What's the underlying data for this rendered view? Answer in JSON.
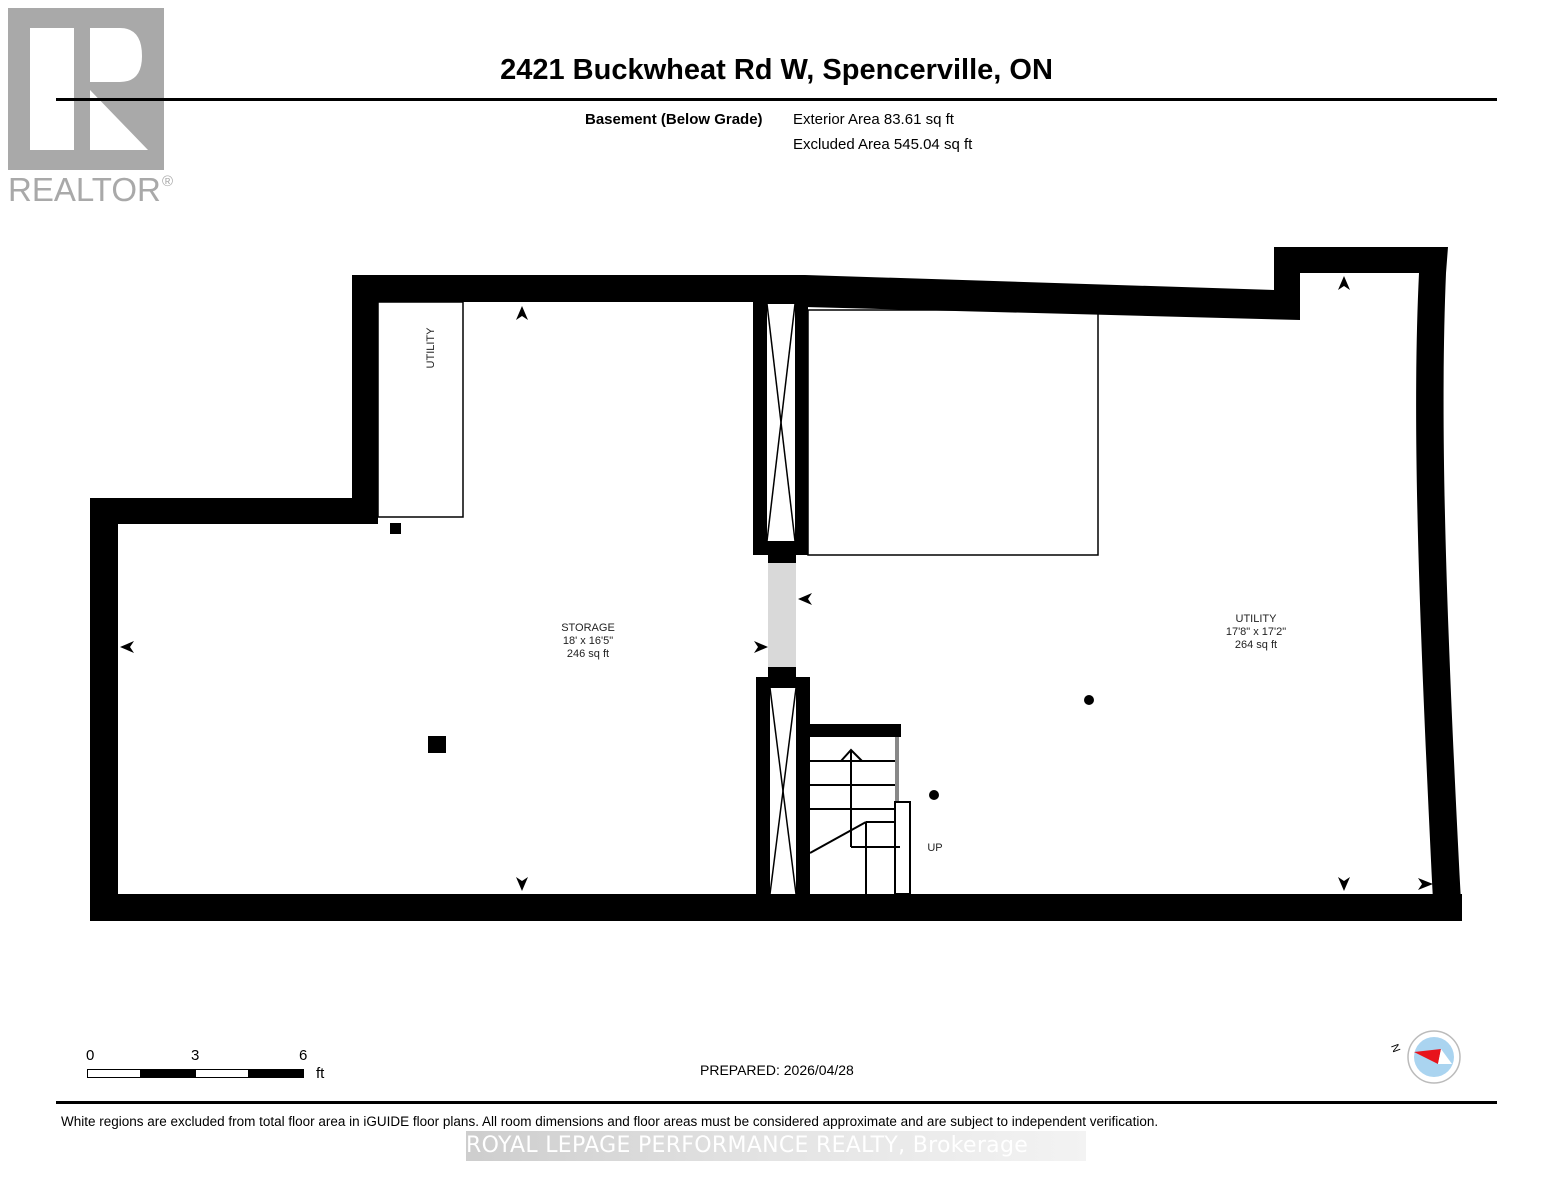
{
  "logo": {
    "text": "REALTOR",
    "mark": "®",
    "icon": "realtor-r-logo-icon",
    "color": "#a9a9a9"
  },
  "header": {
    "title": "2421 Buckwheat Rd W, Spencerville, ON",
    "floor_label": "Basement (Below Grade)",
    "exterior_area": "Exterior Area 83.61 sq ft",
    "excluded_area": "Excluded Area 545.04 sq ft"
  },
  "rooms": [
    {
      "name": "STORAGE",
      "dimensions": "18' x 16'5\"",
      "area": "246 sq ft"
    },
    {
      "name": "UTILITY",
      "dimensions": "17'8\" x 17'2\"",
      "area": "264 sq ft"
    },
    {
      "name": "UTILITY"
    }
  ],
  "stairs": {
    "label": "UP"
  },
  "scale_bar": {
    "ticks": [
      "0",
      "3",
      "6"
    ],
    "unit": "ft"
  },
  "prepared": "PREPARED: 2026/04/28",
  "compass": {
    "label": "N",
    "ring_color": "#aad4f0",
    "pointer_color": "#e8141c"
  },
  "footer": {
    "disclaimer": "White regions are excluded from total floor area in iGUIDE floor plans. All room dimensions and floor areas must be considered approximate and are subject to independent verification.",
    "brokerage": "ROYAL LEPAGE PERFORMANCE REALTY, Brokerage"
  },
  "colors": {
    "wall": "#000000",
    "opening": "#d9d9d9",
    "background": "#ffffff"
  }
}
